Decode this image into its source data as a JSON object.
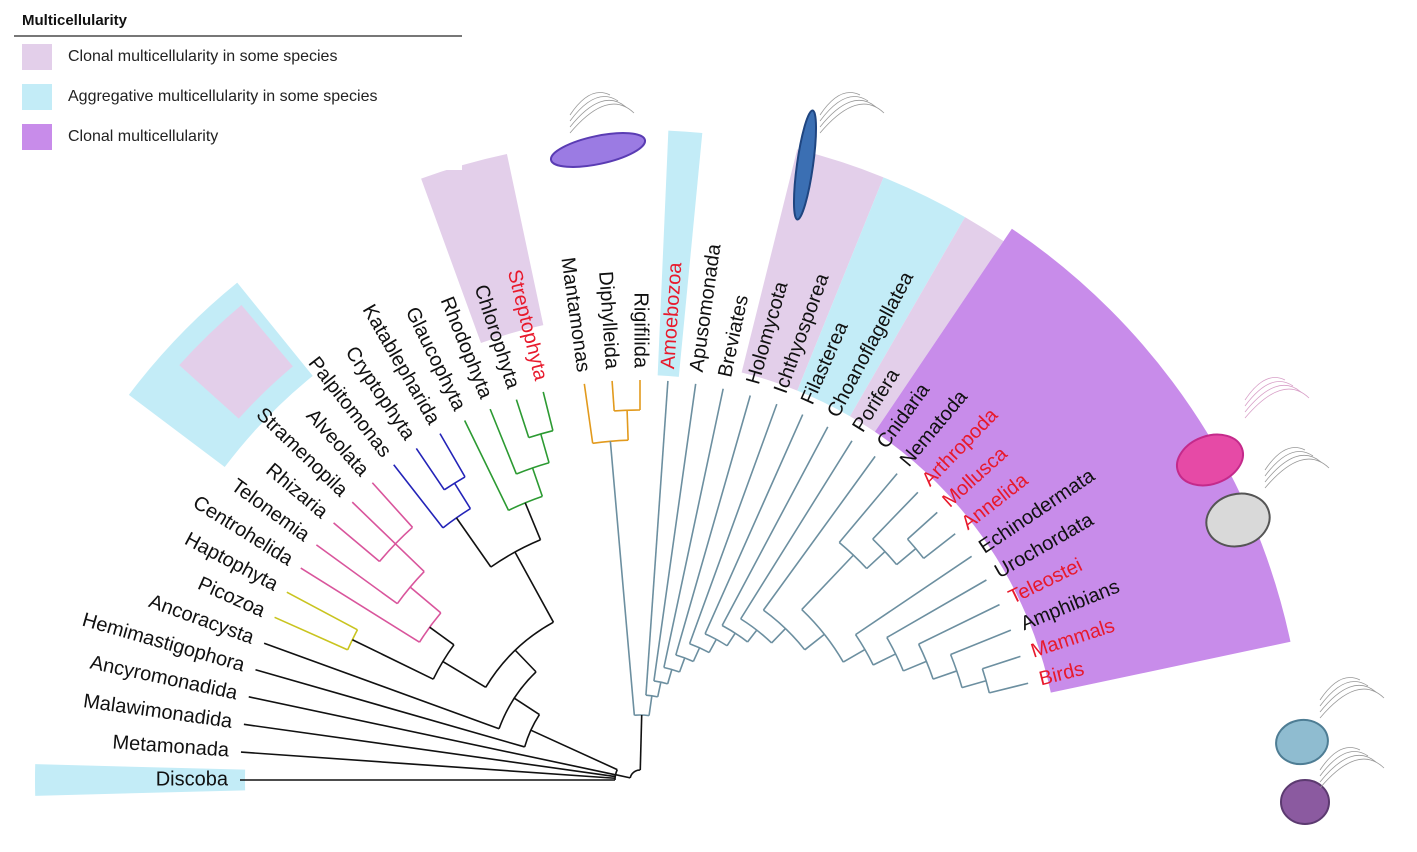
{
  "colors": {
    "clonal_some": "#e3cfea",
    "aggregative": "#c3ecf7",
    "clonal": "#c88cea",
    "highlight_text": "#e8192c",
    "normal_text": "#111111",
    "branch_default": "#111111",
    "branch_sar": "#d9559c",
    "branch_haptophyta": "#c9c41f",
    "branch_crypto": "#2323b8",
    "branch_archaeplastida": "#2c9a32",
    "branch_amorphea_outgroup": "#e29a1d",
    "branch_amorphea": "#6c8fa0"
  },
  "legend": {
    "title": "Multicellularity",
    "items": [
      {
        "label": "Clonal multicellularity in some species",
        "color": "#e3cfea"
      },
      {
        "label": "Aggregative multicellularity in some species",
        "color": "#c3ecf7"
      },
      {
        "label": "Clonal multicellularity",
        "color": "#c88cea"
      }
    ]
  },
  "taxa": [
    {
      "label": "Discoba",
      "highlight": false
    },
    {
      "label": "Metamonada",
      "highlight": false
    },
    {
      "label": "Malawimonadida",
      "highlight": false
    },
    {
      "label": "Ancyromonadida",
      "highlight": false
    },
    {
      "label": "Hemimastigophora",
      "highlight": false
    },
    {
      "label": "Ancoracysta",
      "highlight": false
    },
    {
      "label": "Picozoa",
      "highlight": false
    },
    {
      "label": "Haptophyta",
      "highlight": false
    },
    {
      "label": "Centrohelida",
      "highlight": false
    },
    {
      "label": "Telonemia",
      "highlight": false
    },
    {
      "label": "Rhizaria",
      "highlight": false
    },
    {
      "label": "Stramenopila",
      "highlight": false
    },
    {
      "label": "Alveolata",
      "highlight": false
    },
    {
      "label": "Palpitomonas",
      "highlight": false
    },
    {
      "label": "Cryptophyta",
      "highlight": false
    },
    {
      "label": "Katablepharida",
      "highlight": false
    },
    {
      "label": "Glaucophyta",
      "highlight": false
    },
    {
      "label": "Rhodophyta",
      "highlight": false
    },
    {
      "label": "Chlorophyta",
      "highlight": false
    },
    {
      "label": "Streptophyta",
      "highlight": true
    },
    {
      "label": "Mantamonas",
      "highlight": false
    },
    {
      "label": "Diphylleida",
      "highlight": false
    },
    {
      "label": "Rigifilida",
      "highlight": false
    },
    {
      "label": "Amoebozoa",
      "highlight": true
    },
    {
      "label": "Apusomonada",
      "highlight": false
    },
    {
      "label": "Breviates",
      "highlight": false
    },
    {
      "label": "Holomycota",
      "highlight": false
    },
    {
      "label": "Ichthyosporea",
      "highlight": false
    },
    {
      "label": "Filasterea",
      "highlight": false
    },
    {
      "label": "Choanoflagellatea",
      "highlight": false
    },
    {
      "label": "Porifera",
      "highlight": false
    },
    {
      "label": "Cnidaria",
      "highlight": false
    },
    {
      "label": "Nematoda",
      "highlight": false
    },
    {
      "label": "Arthropoda",
      "highlight": true
    },
    {
      "label": "Mollusca",
      "highlight": true
    },
    {
      "label": "Annelida",
      "highlight": true
    },
    {
      "label": "Echinodermata",
      "highlight": false
    },
    {
      "label": "Urochordata",
      "highlight": false
    },
    {
      "label": "Teleostei",
      "highlight": true
    },
    {
      "label": "Amphibians",
      "highlight": false
    },
    {
      "label": "Mammals",
      "highlight": true
    },
    {
      "label": "Birds",
      "highlight": true
    }
  ],
  "illustrations": [
    "red-alga-icon",
    "amoeba-icon",
    "trichoplax-cell-icon",
    "speckled-cell-icon",
    "blue-cell-icon",
    "purple-cell-icon"
  ]
}
